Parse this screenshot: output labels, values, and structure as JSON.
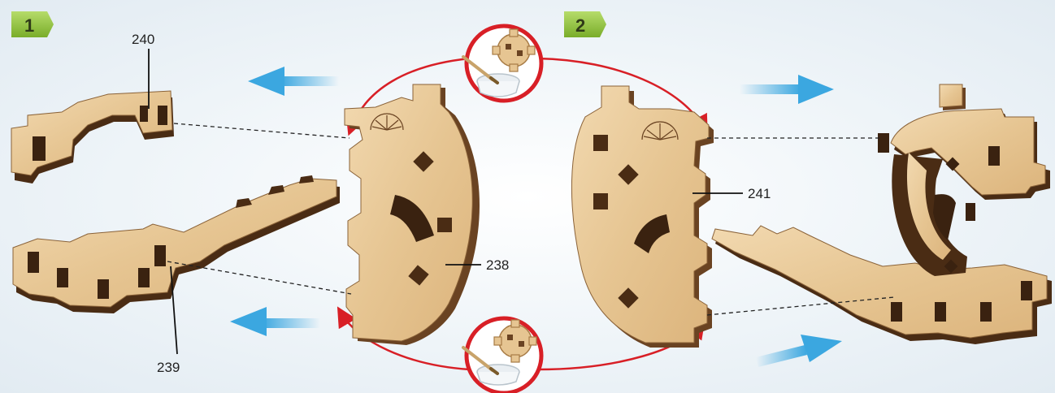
{
  "steps": [
    {
      "number": "1"
    },
    {
      "number": "2"
    }
  ],
  "parts": {
    "p240": "240",
    "p239": "239",
    "p238": "238",
    "p241": "241"
  },
  "colors": {
    "wood": "#e8c99b",
    "wood_edge": "#6a4322",
    "wood_dark": "#4a2c14",
    "badge": "#8dbf3a",
    "red_arrow": "#d81f26",
    "blue_arrow": "#3ba7e0"
  },
  "icons": [
    "glue-pot-icon",
    "gear-icon",
    "brush-icon"
  ]
}
